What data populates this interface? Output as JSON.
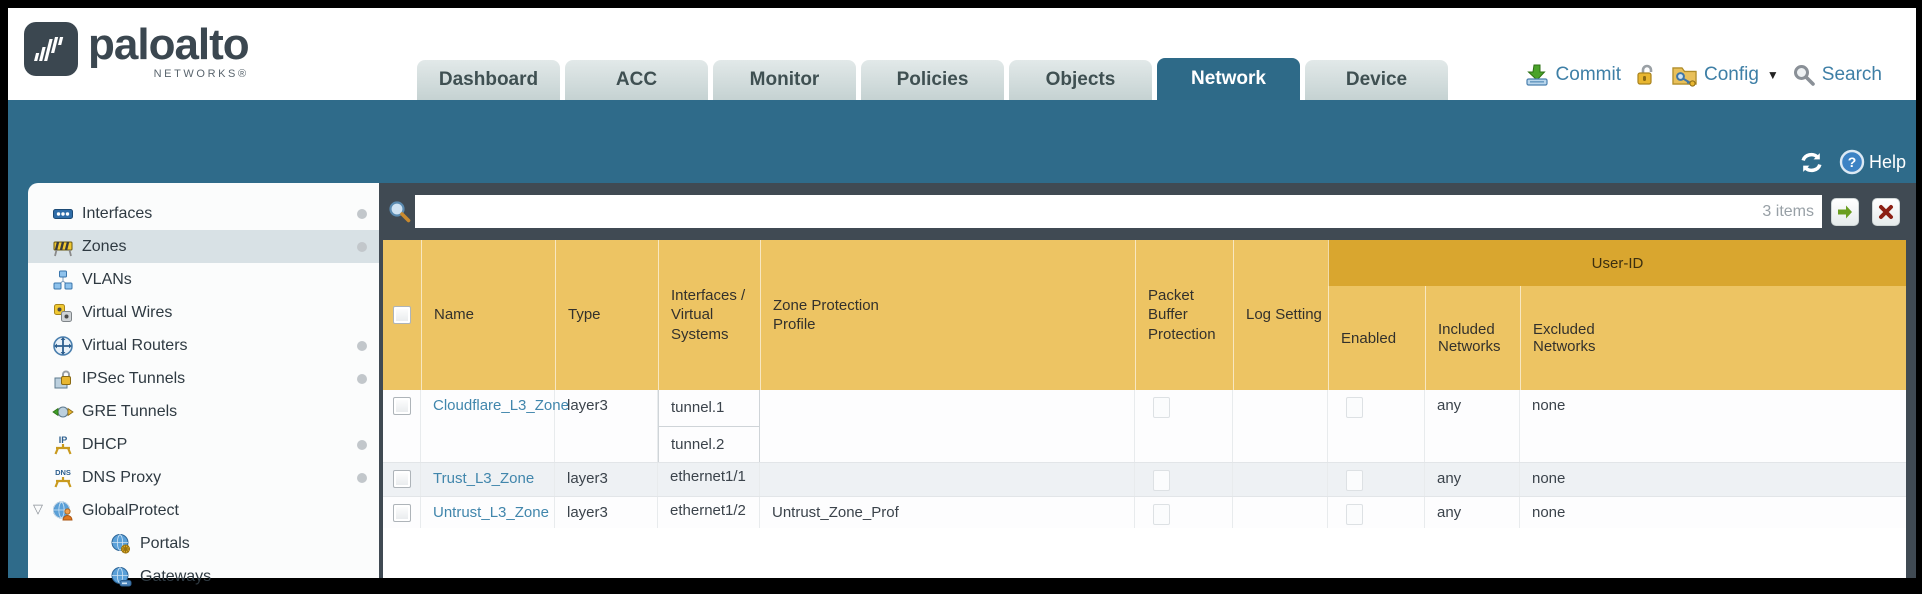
{
  "logo": {
    "brand": "paloalto",
    "sub": "NETWORKS®"
  },
  "tabs": [
    {
      "label": "Dashboard",
      "active": false
    },
    {
      "label": "ACC",
      "active": false
    },
    {
      "label": "Monitor",
      "active": false
    },
    {
      "label": "Policies",
      "active": false
    },
    {
      "label": "Objects",
      "active": false
    },
    {
      "label": "Network",
      "active": true
    },
    {
      "label": "Device",
      "active": false
    }
  ],
  "toolbar": {
    "commit_label": "Commit",
    "config_label": "Config",
    "search_label": "Search",
    "icons": [
      "commit-icon",
      "lock-icon",
      "config-icon",
      "search-icon"
    ]
  },
  "band": {
    "help_label": "Help",
    "icons": [
      "refresh-icon",
      "help-icon"
    ]
  },
  "filter_bar": {
    "value": "",
    "placeholder": "",
    "count_label": "3 items"
  },
  "sidebar": {
    "items": [
      {
        "label": "Interfaces",
        "icon": "interfaces-icon",
        "dot": true,
        "selected": false,
        "child": false,
        "expandable": false
      },
      {
        "label": "Zones",
        "icon": "zones-icon",
        "dot": true,
        "selected": true,
        "child": false,
        "expandable": false
      },
      {
        "label": "VLANs",
        "icon": "vlans-icon",
        "dot": false,
        "selected": false,
        "child": false,
        "expandable": false
      },
      {
        "label": "Virtual Wires",
        "icon": "virtual-wires-icon",
        "dot": false,
        "selected": false,
        "child": false,
        "expandable": false
      },
      {
        "label": "Virtual Routers",
        "icon": "virtual-routers-icon",
        "dot": true,
        "selected": false,
        "child": false,
        "expandable": false
      },
      {
        "label": "IPSec Tunnels",
        "icon": "ipsec-tunnels-icon",
        "dot": true,
        "selected": false,
        "child": false,
        "expandable": false
      },
      {
        "label": "GRE Tunnels",
        "icon": "gre-tunnels-icon",
        "dot": false,
        "selected": false,
        "child": false,
        "expandable": false
      },
      {
        "label": "DHCP",
        "icon": "dhcp-icon",
        "dot": true,
        "selected": false,
        "child": false,
        "expandable": false
      },
      {
        "label": "DNS Proxy",
        "icon": "dns-proxy-icon",
        "dot": true,
        "selected": false,
        "child": false,
        "expandable": false
      },
      {
        "label": "GlobalProtect",
        "icon": "globalprotect-icon",
        "dot": false,
        "selected": false,
        "child": false,
        "expandable": true
      },
      {
        "label": "Portals",
        "icon": "portals-icon",
        "dot": false,
        "selected": false,
        "child": true,
        "expandable": false
      },
      {
        "label": "Gateways",
        "icon": "gateways-icon",
        "dot": false,
        "selected": false,
        "child": true,
        "expandable": false
      }
    ]
  },
  "table": {
    "group_header": "User-ID",
    "columns": {
      "name": "Name",
      "type": "Type",
      "interfaces": "Interfaces / Virtual Systems",
      "zpp": "Zone Protection Profile",
      "pbp": "Packet Buffer Protection",
      "log": "Log Setting",
      "enabled": "Enabled",
      "included": "Included Networks",
      "excluded": "Excluded Networks"
    },
    "zones": [
      {
        "name": "Cloudflare_L3_Zone",
        "type": "layer3",
        "interfaces": [
          "tunnel.1",
          "tunnel.2"
        ],
        "zone_protection_profile": "",
        "packet_buffer_protection": false,
        "log_setting": "",
        "user_id_enabled": false,
        "included_networks": "any",
        "excluded_networks": "none"
      },
      {
        "name": "Trust_L3_Zone",
        "type": "layer3",
        "interfaces": [
          "ethernet1/1"
        ],
        "zone_protection_profile": "",
        "packet_buffer_protection": false,
        "log_setting": "",
        "user_id_enabled": false,
        "included_networks": "any",
        "excluded_networks": "none"
      },
      {
        "name": "Untrust_L3_Zone",
        "type": "layer3",
        "interfaces": [
          "ethernet1/2"
        ],
        "zone_protection_profile": "Untrust_Zone_Prof",
        "packet_buffer_protection": false,
        "log_setting": "",
        "user_id_enabled": false,
        "included_networks": "any",
        "excluded_networks": "none"
      }
    ]
  },
  "colors": {
    "accent_teal": "#2f6b8a",
    "header_yellow": "#edc463",
    "userid_gold": "#d9a62f",
    "link_blue": "#4186ac",
    "panel_dark": "#404a53"
  }
}
